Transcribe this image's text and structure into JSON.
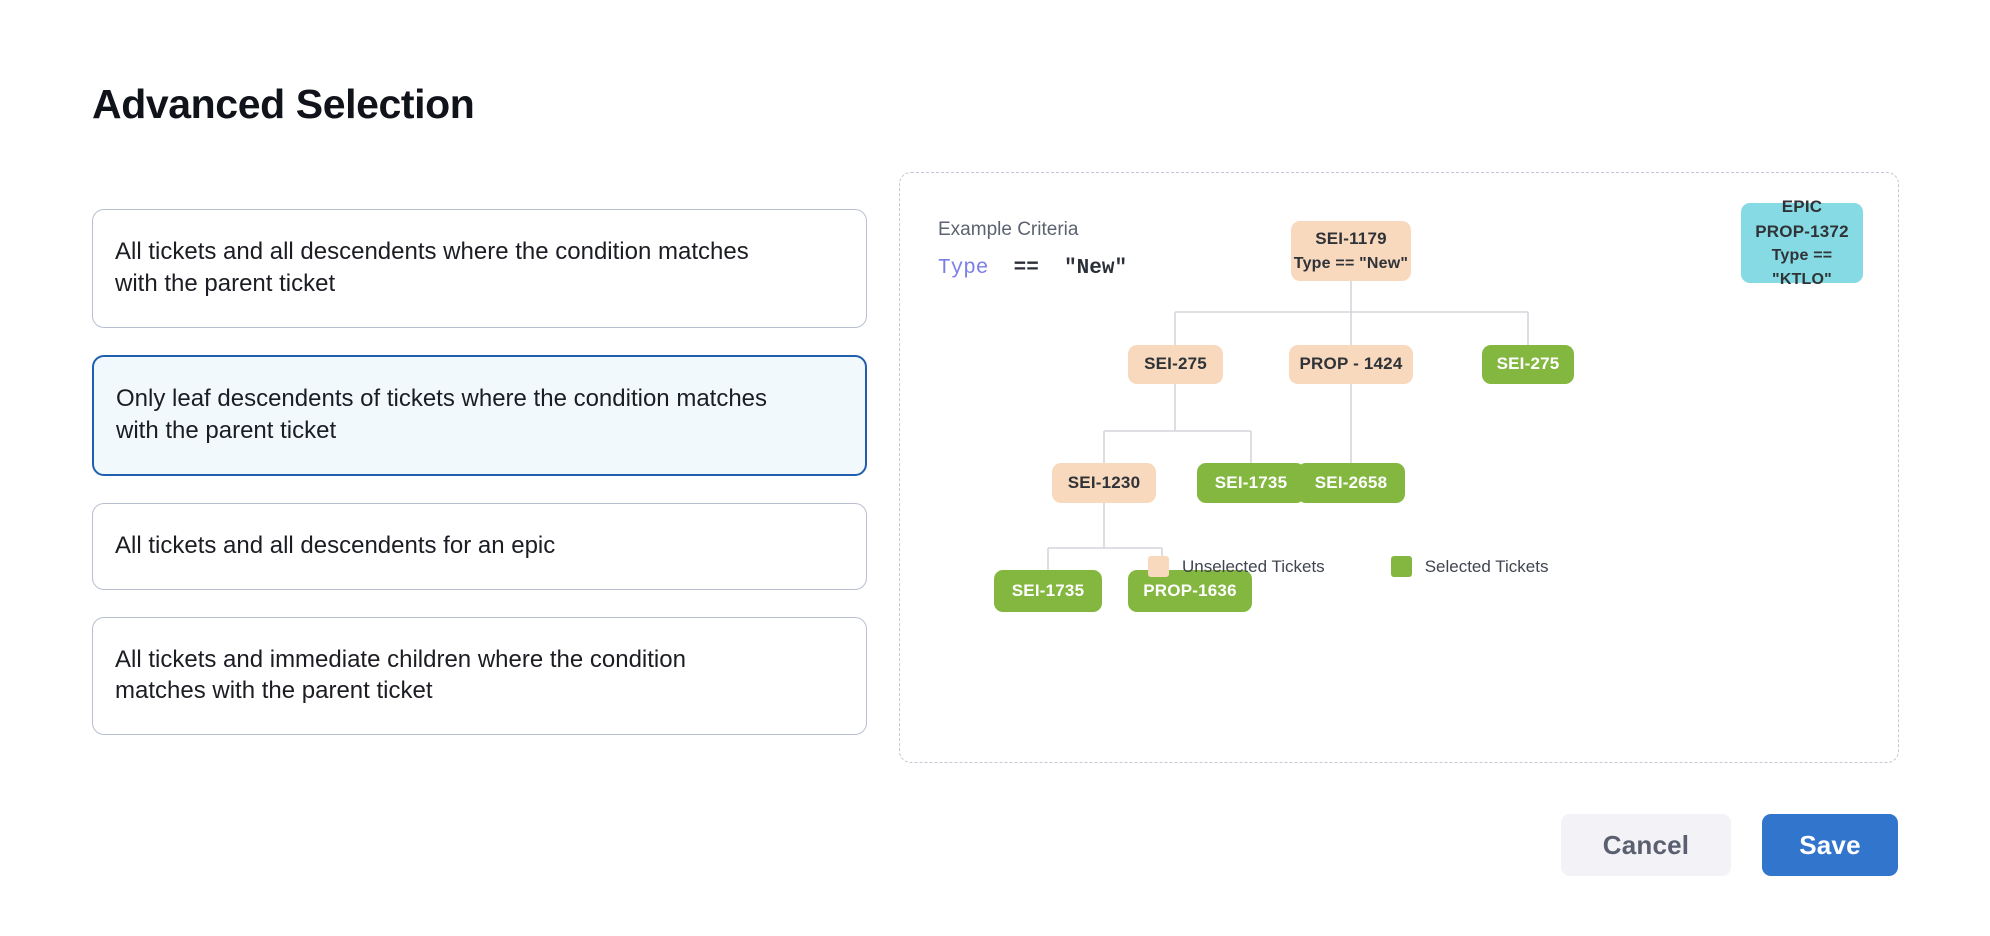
{
  "page_title": "Advanced Selection",
  "options": [
    {
      "label": "All tickets and all descendents where the condition matches with the parent ticket",
      "selected": false
    },
    {
      "label": "Only leaf descendents of tickets where the condition matches with the parent ticket",
      "selected": true
    },
    {
      "label": "All tickets and all descendents for an epic",
      "selected": false
    },
    {
      "label": "All tickets and immediate children where the condition matches with the parent ticket",
      "selected": false
    }
  ],
  "diagram": {
    "criteria_title": "Example Criteria",
    "criteria_keyword": "Type",
    "criteria_operator": "==",
    "criteria_value": "\"New\"",
    "nodes": {
      "root": {
        "id": "SEI-1179",
        "condition": "Type == \"New\"",
        "state": "unselected"
      },
      "epic": {
        "kind": "EPIC",
        "id": "PROP-1372",
        "condition": "Type == \"KTLO\"",
        "state": "epic"
      },
      "l2a": {
        "id": "SEI-275",
        "state": "unselected"
      },
      "l2b": {
        "id": "PROP - 1424",
        "state": "unselected"
      },
      "l2c": {
        "id": "SEI-275",
        "state": "selected"
      },
      "l3a": {
        "id": "SEI-1230",
        "state": "unselected"
      },
      "l3b": {
        "id": "SEI-1735",
        "state": "selected"
      },
      "l3c": {
        "id": "SEI-2658",
        "state": "selected"
      },
      "l4a": {
        "id": "SEI-1735",
        "state": "selected"
      },
      "l4b": {
        "id": "PROP-1636",
        "state": "selected"
      }
    },
    "legend": [
      {
        "label": "Unselected Tickets",
        "color": "#f8d9be"
      },
      {
        "label": "Selected Tickets",
        "color": "#84b740"
      }
    ]
  },
  "footer": {
    "cancel_label": "Cancel",
    "save_label": "Save"
  },
  "colors": {
    "accent": "#3275cc",
    "selected_border": "#1f5fad",
    "selected_bg": "#f2f9fd",
    "unselected_ticket": "#f8d9be",
    "selected_ticket": "#84b740",
    "epic_ticket": "#86dae3",
    "connector": "#d3d6dc"
  }
}
